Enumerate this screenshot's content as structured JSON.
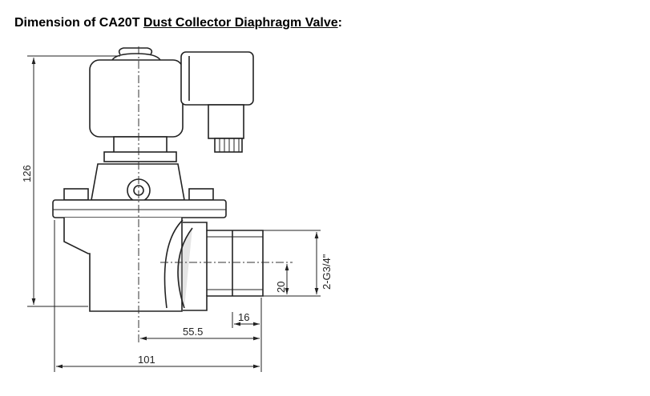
{
  "title": {
    "prefix": "Dimension of CA20T ",
    "link_text": "Dust Collector Diaphragm Valve",
    "suffix": ":"
  },
  "drawing": {
    "dimensions": {
      "height": "126",
      "outlet_offset": "55.5",
      "overall_width": "101",
      "thread_length": "16",
      "half_bore": "20",
      "port_thread": "2-G3/4\""
    }
  }
}
